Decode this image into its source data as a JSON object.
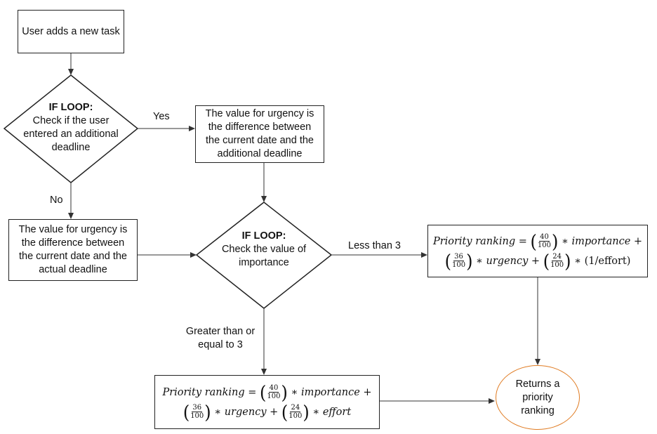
{
  "nodes": {
    "start": "User adds a new task",
    "if1_title": "IF LOOP",
    "if1_text": "Check if the user entered an additional deadline",
    "urg_additional": "The value for urgency is the difference between the current date and the additional deadline",
    "urg_actual": "The value for urgency is the difference between the current date and the actual deadline",
    "if2_title": "IF LOOP",
    "if2_text": "Check the value of importance",
    "end": "Returns a priority ranking"
  },
  "edges": {
    "yes": "Yes",
    "no": "No",
    "less": "Less than 3",
    "greater": "Greater than or equal to 3"
  },
  "formula_right": {
    "lhs": "Priority ranking",
    "w1_num": "40",
    "w1_den": "100",
    "t1": "importance",
    "w2_num": "36",
    "w2_den": "100",
    "t2": "urgency",
    "w3_num": "24",
    "w3_den": "100",
    "t3": "(1/effort)"
  },
  "formula_bottom": {
    "lhs": "Priority ranking",
    "w1_num": "40",
    "w1_den": "100",
    "t1": "importance",
    "w2_num": "36",
    "w2_den": "100",
    "t2": "urgency",
    "w3_num": "24",
    "w3_den": "100",
    "t3": "effort"
  },
  "colors": {
    "line": "#222222",
    "arrow": "#333333",
    "end_circle": "#e07b22"
  }
}
